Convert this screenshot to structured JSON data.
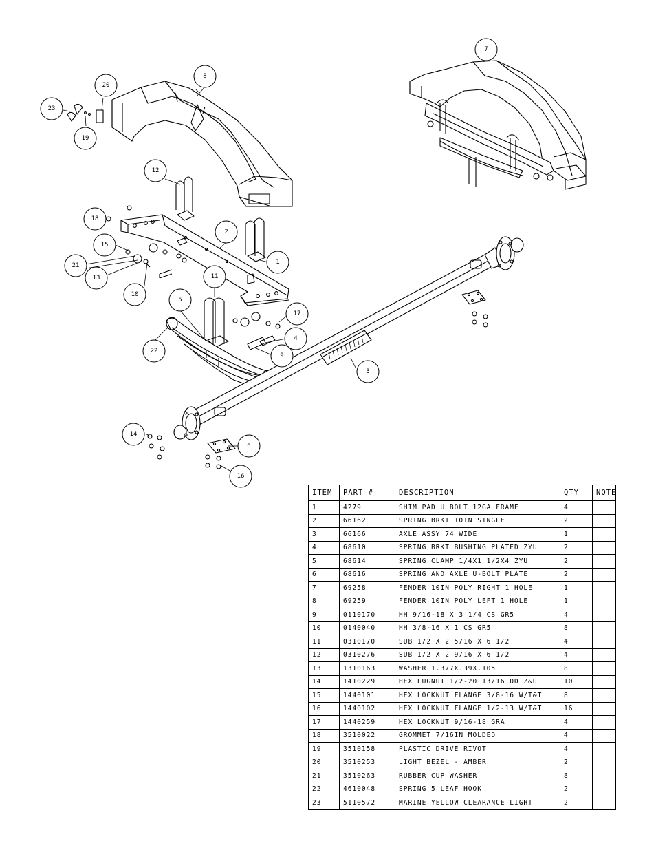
{
  "parts_table": {
    "headers": [
      "ITEM",
      "PART #",
      "DESCRIPTION",
      "QTY",
      "NOTE"
    ],
    "rows": [
      {
        "item": "1",
        "part": "4279",
        "desc": "SHIM PAD  U BOLT 12GA FRAME",
        "qty": "4",
        "note": ""
      },
      {
        "item": "2",
        "part": "66162",
        "desc": "SPRING BRKT  10IN SINGLE",
        "qty": "2",
        "note": ""
      },
      {
        "item": "3",
        "part": "66166",
        "desc": "AXLE ASSY 74 WIDE",
        "qty": "1",
        "note": ""
      },
      {
        "item": "4",
        "part": "68610",
        "desc": "SPRING BRKT BUSHING PLATED ZYU",
        "qty": "2",
        "note": ""
      },
      {
        "item": "5",
        "part": "68614",
        "desc": "SPRING CLAMP   1/4X1 1/2X4  ZYU",
        "qty": "2",
        "note": ""
      },
      {
        "item": "6",
        "part": "68616",
        "desc": "SPRING AND AXLE U-BOLT PLATE",
        "qty": "2",
        "note": ""
      },
      {
        "item": "7",
        "part": "69258",
        "desc": "FENDER  10IN POLY RIGHT 1 HOLE",
        "qty": "1",
        "note": ""
      },
      {
        "item": "8",
        "part": "69259",
        "desc": "FENDER  10IN POLY LEFT 1 HOLE",
        "qty": "1",
        "note": ""
      },
      {
        "item": "9",
        "part": "0110170",
        "desc": "HH 9/16-18 X 3 1/4 CS GR5",
        "qty": "4",
        "note": ""
      },
      {
        "item": "10",
        "part": "0140040",
        "desc": "HH 3/8-16 X 1 CS GR5",
        "qty": "8",
        "note": ""
      },
      {
        "item": "11",
        "part": "0310170",
        "desc": "SUB 1/2 X 2 5/16 X 6 1/2",
        "qty": "4",
        "note": ""
      },
      {
        "item": "12",
        "part": "0310276",
        "desc": "SUB 1/2 X 2 9/16 X 6 1/2",
        "qty": "4",
        "note": ""
      },
      {
        "item": "13",
        "part": "1310163",
        "desc": "WASHER 1.377X.39X.105",
        "qty": "8",
        "note": ""
      },
      {
        "item": "14",
        "part": "1410229",
        "desc": "HEX LUGNUT 1/2-20 13/16 OD Z&U",
        "qty": "10",
        "note": ""
      },
      {
        "item": "15",
        "part": "1440101",
        "desc": "HEX LOCKNUT FLANGE 3/8-16 W/T&T",
        "qty": "8",
        "note": ""
      },
      {
        "item": "16",
        "part": "1440102",
        "desc": "HEX LOCKNUT FLANGE 1/2-13 W/T&T",
        "qty": "16",
        "note": ""
      },
      {
        "item": "17",
        "part": "1440259",
        "desc": "HEX LOCKNUT 9/16-18 GRA",
        "qty": "4",
        "note": ""
      },
      {
        "item": "18",
        "part": "3510022",
        "desc": "GROMMET  7/16IN MOLDED",
        "qty": "4",
        "note": ""
      },
      {
        "item": "19",
        "part": "3510158",
        "desc": "PLASTIC DRIVE RIVOT",
        "qty": "4",
        "note": ""
      },
      {
        "item": "20",
        "part": "3510253",
        "desc": "LIGHT BEZEL - AMBER",
        "qty": "2",
        "note": ""
      },
      {
        "item": "21",
        "part": "3510263",
        "desc": "RUBBER CUP WASHER",
        "qty": "8",
        "note": ""
      },
      {
        "item": "22",
        "part": "4610048",
        "desc": "SPRING  5 LEAF HOOK",
        "qty": "2",
        "note": ""
      },
      {
        "item": "23",
        "part": "5110572",
        "desc": "MARINE YELLOW CLEARANCE LIGHT",
        "qty": "2",
        "note": ""
      }
    ]
  },
  "callouts": [
    "1",
    "2",
    "3",
    "4",
    "5",
    "6",
    "7",
    "8",
    "9",
    "10",
    "11",
    "12",
    "13",
    "14",
    "15",
    "16",
    "17",
    "18",
    "19",
    "20",
    "21",
    "22",
    "23"
  ]
}
